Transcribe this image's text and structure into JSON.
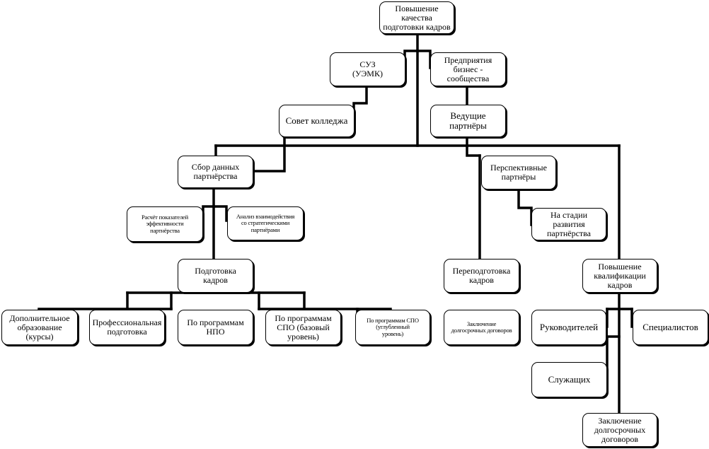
{
  "nodes": {
    "root": "Повышение\nкачества\nподготовки кадров",
    "suz": "СУЗ\n(УЭМК)",
    "enterprises": "Предприятия\nбизнес -\nсообщества",
    "council": "Совет колледжа",
    "leading": "Ведущие\nпартнёры",
    "data_collection": "Сбор данных\nпартнёрства",
    "perspective": "Перспективные\nпартнёры",
    "efficiency": "Расчёт показателей\nэффективности\nпартнёрства",
    "interaction": "Анализ взаимодействия\nсо стратегическими\nпартнёрами",
    "development": "На стадии развития\nпартнёрства",
    "training": "Подготовка\nкадров",
    "retraining": "Переподготовка\nкадров",
    "qualification": "Повышение\nквалификации\nкадров",
    "additional_ed": "Дополнительное\nобразование\n(курсы)",
    "professional": "Профессиональная\nподготовка",
    "npo": "По программам\nНПО",
    "spo_basic": "По программам\nСПО (базовый\nуровень)",
    "spo_advanced": "По программам СПО\n(углубленный\nуровень)",
    "contracts_retraining": "Заключение\nдолгосрочных договоров",
    "managers": "Руководителей",
    "specialists": "Специалистов",
    "employees": "Служащих",
    "contracts_qualification": "Заключение\nдолгосрочных\nдоговоров"
  }
}
